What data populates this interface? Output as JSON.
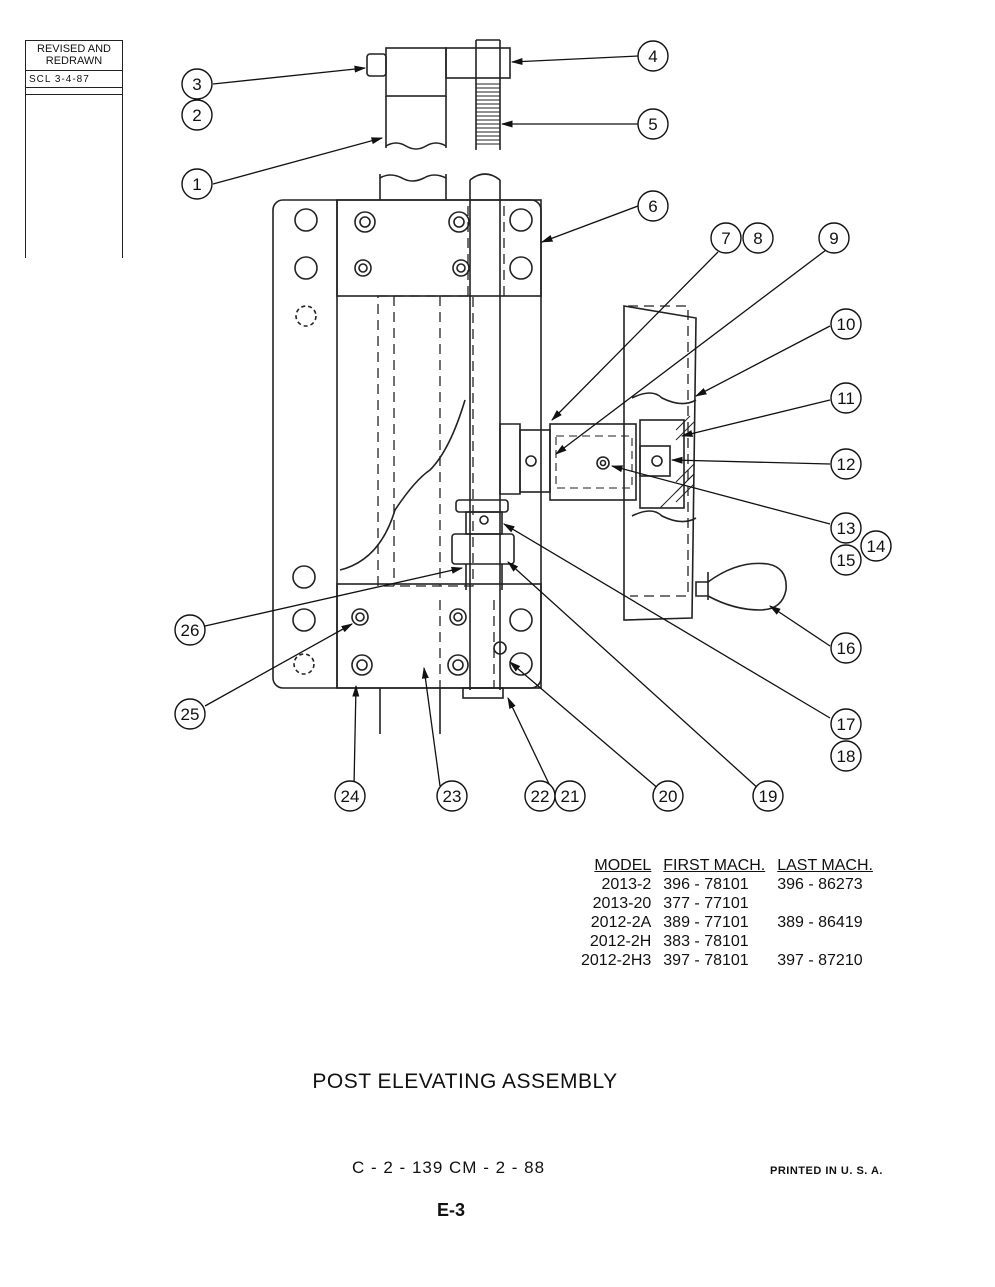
{
  "revision": {
    "line1": "REVISED  AND",
    "line2": "REDRAWN",
    "date": "SCL  3-4-87"
  },
  "callouts": [
    "1",
    "2",
    "3",
    "4",
    "5",
    "6",
    "7",
    "8",
    "9",
    "10",
    "11",
    "12",
    "13",
    "14",
    "15",
    "16",
    "17",
    "18",
    "19",
    "20",
    "21",
    "22",
    "23",
    "24",
    "25",
    "26"
  ],
  "model_table": {
    "headers": [
      "MODEL",
      "FIRST MACH.",
      "LAST MACH."
    ],
    "rows": [
      [
        "2013-2",
        "396 - 78101",
        "396 - 86273"
      ],
      [
        "2013-20",
        "377 - 77101",
        ""
      ],
      [
        "2012-2A",
        "389 - 77101",
        "389 - 86419"
      ],
      [
        "2012-2H",
        "383 - 78101",
        ""
      ],
      [
        "2012-2H3",
        "397 - 78101",
        "397 - 87210"
      ]
    ]
  },
  "title": "POST  ELEVATING  ASSEMBLY",
  "drawing_numbers": "C - 2 - 139    CM - 2 - 88",
  "printed": "PRINTED  IN  U. S. A.",
  "page_number": "E-3"
}
